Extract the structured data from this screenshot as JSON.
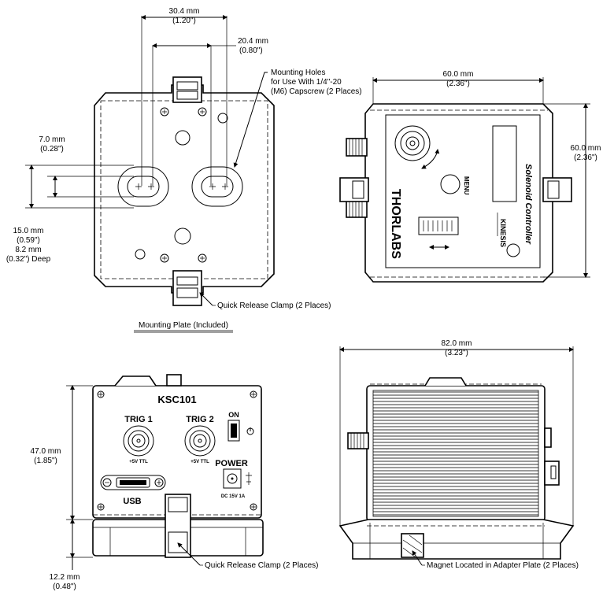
{
  "mounting_plate": {
    "dim_width_outer": "30.4 mm",
    "dim_width_outer_in": "(1.20\")",
    "dim_width_inner": "20.4 mm",
    "dim_width_inner_in": "(0.80\")",
    "holes_note_1": "Mounting Holes",
    "holes_note_2": "for Use With 1/4\"-20",
    "holes_note_3": "(M6) Capscrew (2 Places)",
    "dim_slot": "7.0 mm",
    "dim_slot_in": "(0.28\")",
    "dim_slot_len": "15.0 mm",
    "dim_slot_len_in": "(0.59\")",
    "dim_depth": "8.2 mm",
    "dim_depth_in": "(0.32\") Deep",
    "clamp_note": "Quick Release Clamp (2 Places)",
    "caption": "Mounting Plate (Included)"
  },
  "top_view": {
    "dim_width": "60.0 mm",
    "dim_width_in": "(2.36\")",
    "dim_height": "60.0 mm",
    "dim_height_in": "(2.36\")",
    "brand": "THORLABS",
    "menu": "MENU",
    "product": "Solenoid Controller",
    "kinesis": "KINESIS"
  },
  "front_view": {
    "model": "KSC101",
    "trig1": "TRIG 1",
    "trig2": "TRIG 2",
    "ttl1": "+5V TTL",
    "ttl2": "+5V TTL",
    "on": "ON",
    "power": "POWER",
    "power_spec": "DC 15V 1A",
    "usb": "USB",
    "dim_height": "47.0 mm",
    "dim_height_in": "(1.85\")",
    "dim_base": "12.2 mm",
    "dim_base_in": "(0.48\")",
    "clamp_note": "Quick Release Clamp (2 Places)"
  },
  "side_view": {
    "dim_length": "82.0 mm",
    "dim_length_in": "(3.23\")",
    "magnet_note": "Magnet Located in Adapter Plate (2 Places)"
  }
}
